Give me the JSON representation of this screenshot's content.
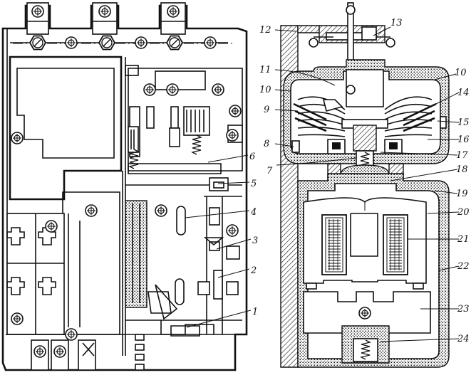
{
  "labels": {
    "left": [
      "1",
      "2",
      "3",
      "4",
      "5",
      "6",
      "7",
      "8",
      "9",
      "10",
      "11",
      "12"
    ],
    "right": [
      "13",
      "10",
      "14",
      "15",
      "16",
      "17",
      "18",
      "19",
      "20",
      "21",
      "22",
      "23",
      "24"
    ]
  }
}
